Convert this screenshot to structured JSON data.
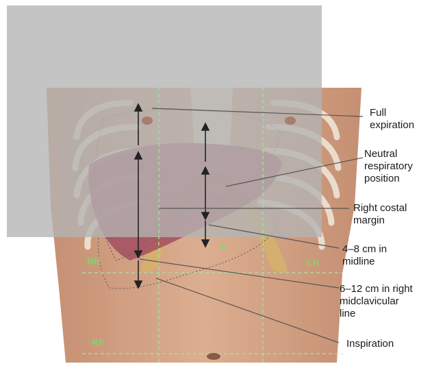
{
  "callouts": {
    "full_expiration": "Full\nexpiration",
    "neutral_position": "Neutral\nrespiratory\nposition",
    "right_costal_margin": "Right costal\nmargin",
    "midline_span": "4–8 cm in\nmidline",
    "mcl_span": "6–12 cm in right\nmidclavicular\nline",
    "inspiration": "Inspiration"
  },
  "regions": {
    "rh": "RH",
    "lh": "LH",
    "e": "E",
    "rf": "RF"
  },
  "colors": {
    "skin": "#d9a98a",
    "liver": "#a0495f",
    "ribs": "#e6d8c4",
    "costal_cartilage": "#d6b16a",
    "overlay_gray": "#b3b3b3",
    "guide_lines": "#a8dba0"
  }
}
